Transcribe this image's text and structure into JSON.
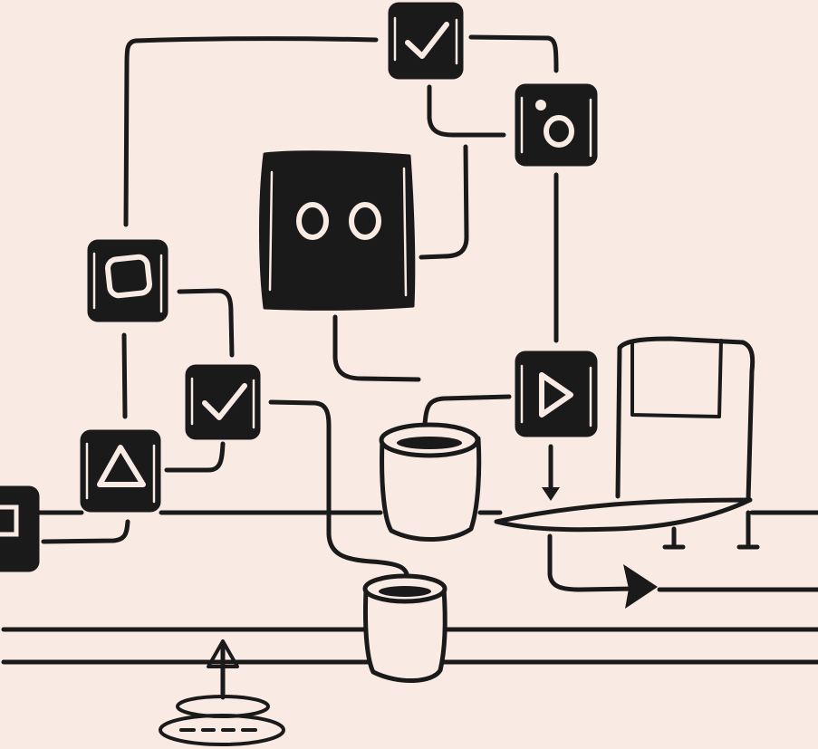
{
  "diagram": {
    "nodes": [
      {
        "id": "check-top",
        "icon": "check-icon"
      },
      {
        "id": "camera",
        "icon": "camera-icon"
      },
      {
        "id": "robot",
        "icon": "robot-face-icon"
      },
      {
        "id": "square",
        "icon": "square-icon"
      },
      {
        "id": "check-mid",
        "icon": "check-icon"
      },
      {
        "id": "triangle",
        "icon": "triangle-icon"
      },
      {
        "id": "play",
        "icon": "play-icon"
      },
      {
        "id": "cup-upper",
        "icon": "cup-icon"
      },
      {
        "id": "cup-lower",
        "icon": "cup-icon"
      },
      {
        "id": "chair",
        "icon": "chair-icon"
      },
      {
        "id": "left-edge",
        "icon": "square-icon"
      }
    ],
    "colors": {
      "background": "#f9ebe4",
      "ink": "#1b1a1a"
    }
  }
}
